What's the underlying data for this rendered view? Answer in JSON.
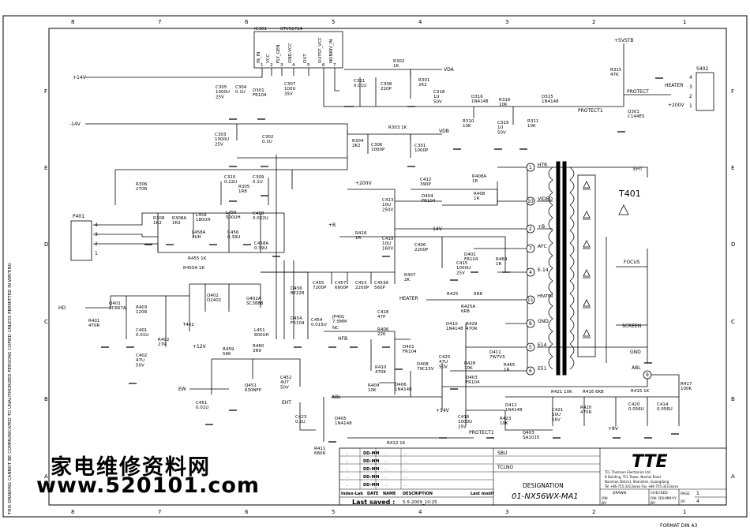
{
  "sheet": {
    "column_labels_top": [
      "8",
      "7",
      "6",
      "5",
      "4",
      "3",
      "2",
      "1"
    ],
    "column_labels_bottom": [
      "8",
      "7",
      "6",
      "5",
      "4",
      "3",
      "2",
      "1"
    ],
    "row_labels": [
      "F",
      "E",
      "D",
      "C",
      "B",
      "A"
    ],
    "side_note": "THIS DRAWING CANNOT BE COMMUNICATED TO UNAUTHORIZED PERSONS COPIED UNLESS PERMITTED IN WRITING",
    "format": "FORMAT DIN A3"
  },
  "watermark": {
    "line1": "家电维修资料网",
    "line2": "www.520101.com"
  },
  "ic": {
    "ref": "IC301",
    "part": "STV9172A",
    "pins": [
      "IN_IN",
      "VCC",
      "FLY_GEN",
      "GND-VCC",
      "OUT",
      "OUTST_VCC",
      "NONINV_IN"
    ],
    "pin_numbers": [
      "1",
      "2",
      "3",
      "4",
      "5",
      "6",
      "7"
    ]
  },
  "nets": {
    "plus14v": "+14V",
    "minus14v": "-14V",
    "vda": "VDA",
    "vdb": "VDB",
    "plus5vstb": "+5VSTB",
    "protect": "PROTECT",
    "protect1": "PROTECT1",
    "heater": "HEATER",
    "plus200v": "+200V",
    "eht": "EHT",
    "hd": "HD",
    "plus12v": "+12V",
    "ew": "EW",
    "plus8v": "+8V",
    "abl": "ABL",
    "hfb": "HFB",
    "plusb": "+B",
    "minus14v_b": "-14V",
    "plus14v_b": "+14V",
    "protect1_b": "PROTECT1",
    "focus": "FOCUS",
    "screen": "SCREEN",
    "gnd": "GND"
  },
  "components": {
    "c305": "C305\n1000U\n25V",
    "c304": "C304\n0.1U",
    "d301": "D301\nFR104",
    "c307": "C307\n100U\n35V",
    "c311": "C311\n0.01U",
    "c308": "C308\n220P",
    "r302": "R302\n1K",
    "r301": "R301\n2K2",
    "c318": "C318\n1U\n50V",
    "d316": "D316\n1N4148",
    "r316": "R316\n10K",
    "d315": "D315\n1N4148",
    "r315": "R315\n47K",
    "q301": "Q301\nC144ES",
    "r310": "R310\n10K",
    "c319": "C319\n1U\n50V",
    "r311": "R311\n10K",
    "r303": "R303  1K",
    "c303": "C303\n1000U\n25V",
    "c302": "C302\n0.1U",
    "r304": "R304\n2K2",
    "c306": "C306\n1000P",
    "c301": "C301\n1000P",
    "r306": "R306\n270R",
    "c310": "C310\n0.22U",
    "r305": "R305\n1R8",
    "c309": "C309\n0.1U",
    "c413": "C413\n10U\n250V",
    "c412": "C412\n390P",
    "d404": "D404\nFR104",
    "r408a": "R408A\n1R",
    "r408": "R408\n1R",
    "r308": "R308\n1R2",
    "r308a": "R308A\n1R2",
    "l458": "L458\n180UH",
    "l456": "L456\n500UH",
    "c458": "C458\n0.022U",
    "l458a": "L458A\n4UH",
    "c456": "C456\n0.39U",
    "c458a": "C458A\n0.39U",
    "r455": "R455  1K",
    "r455a": "R455A   1K",
    "r418": "R418\n1R",
    "c419": "C419\n10U\n160V",
    "c406": "C406\n2200P",
    "d402": "D402\nFR104",
    "r464": "R464\n1R",
    "c415": "C415\n1000U\n25V",
    "r407": "R407\n2K",
    "q401": "Q401\n2C667A",
    "r403": "R403\n120R",
    "r401": "R401\n470R",
    "c401": "C401\n0.01U",
    "c402": "C402\n47U\n50V",
    "r402": "R402\n27R",
    "t402": "T402",
    "q402": "Q402\nD2402",
    "q402a": "Q402A\nSC3888",
    "d456": "D456\nBY228",
    "c455": "C455\n7200P",
    "c457": "C457\n6600P",
    "c453": "C453\n2200P",
    "c453a": "C453A\n560P",
    "d454": "D454\nFR104",
    "c454": "C454\n0.015U",
    "l451": "L451\n800UH",
    "jp401": "JP401\n7.5MM",
    "nc": "NC",
    "c418": "C418\n47P",
    "r406": "R406\n22K",
    "r425": "R425",
    "r425_val": "6R8",
    "r425a": "R425A\n6R8",
    "d410": "D410\n1N4148",
    "r429": "R429\n470R",
    "d411": "D411\n7W7V5",
    "c425": "C425\n47U\n50V",
    "r428": "R428\n10K",
    "d403": "D403\nFR104",
    "r465": "R465\n1R",
    "d401": "D401\nFR104",
    "d408": "D408\n79C15V",
    "r459": "R459\n56K",
    "r460": "R460\n3R9",
    "c452": "C452\n4U7\n50V",
    "q451": "Q451\n630NFP",
    "c451": "C451\n0.01U",
    "r410": "R410\n470K",
    "r409": "R409\n10K",
    "d406": "D406\n1N4148",
    "c423": "C423\n0.1U",
    "d405": "D405\n1N4148",
    "r411": "R411\n680R",
    "r412": "R412  1K",
    "c416": "C416\n1000U\n25V",
    "d412": "D412\n1N4148",
    "c421": "C421\n10U\n16V",
    "r423": "R423\n10K",
    "q403": "Q403\nSA1015",
    "r420": "R420\n470R",
    "r421": "R421   10K",
    "r416": "R416   6K8",
    "r415": "R415   1K",
    "c420": "C420\n0.056U",
    "c414": "C414\n0.056U",
    "r417": "R417\n100K",
    "t401": "T401",
    "p401": "P401",
    "s402": "S402"
  },
  "p401_pins": [
    "4",
    "3",
    "2",
    "1"
  ],
  "s402_pins": [
    "4",
    "3",
    "2",
    "1"
  ],
  "s402_labels": [
    "HEATER",
    "+200V"
  ],
  "fbt_pins": [
    {
      "num": "1",
      "label": "HTR"
    },
    {
      "num": "10",
      "label": "VIDEO"
    },
    {
      "num": "2",
      "label": "+B"
    },
    {
      "num": "7",
      "label": "AFC"
    },
    {
      "num": "4",
      "label": "E-14"
    },
    {
      "num": "11",
      "label": "HEATER"
    },
    {
      "num": "8",
      "label": "GND"
    },
    {
      "num": "5",
      "label": "E14"
    },
    {
      "num": "6",
      "label": "E51"
    },
    {
      "num": "9",
      "label": "ABL"
    }
  ],
  "titleblock": {
    "rows": [
      [
        "..",
        "DD-MM",
        "..",
        ".."
      ],
      [
        "..",
        "DD-MM",
        "..",
        ".."
      ],
      [
        "..",
        "DD-MM",
        "..",
        ".."
      ],
      [
        "..",
        "DD-MM",
        "..",
        ".."
      ],
      [
        "..",
        "DD-MM",
        "..",
        ".."
      ]
    ],
    "headers": [
      "Index-Lab",
      "DATE",
      "NAME",
      "DESCRIPTION",
      "Last modif"
    ],
    "last_saved_label": "Last saved :",
    "last_saved_value": "5-5-2009_10:25",
    "sbu_label": "SBU",
    "tclno_label": "TCLNO",
    "designation_label": "DESIGNATION",
    "designation": "01-NX56WX-MA1",
    "company_logo": "TTE",
    "company_lines": [
      "TCL Thomson Electronics Ltd.",
      "B Building, TCL Tower, Nanhai Road",
      "Nanshan District, Shenzhen, Guangdong",
      "Tel +86-755-3313xxxx    Fax +86-755-3313xxxx"
    ],
    "drawn_label": "DRAWN",
    "checked_label": "CHECKED",
    "page_label": "PAGE",
    "page_value": "1",
    "of_label": "OF",
    "of_value": "4",
    "on_label": "ON:",
    "by_label": "BY:",
    "date_label": "ON: DD-MM-YY",
    "by2_label": "BY:"
  }
}
